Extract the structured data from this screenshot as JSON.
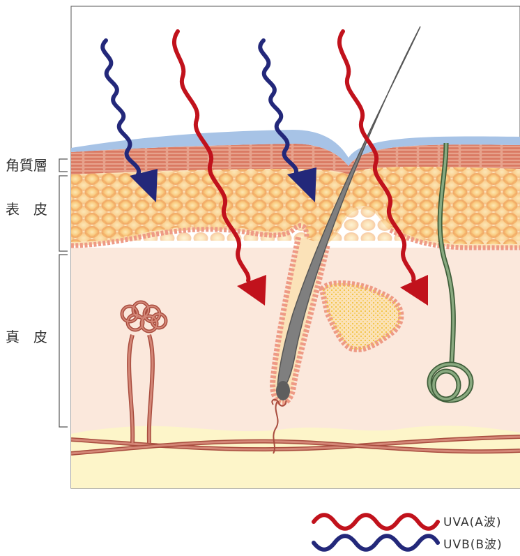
{
  "labels": {
    "stratum_corneum": "角質層",
    "epidermis": "表　皮",
    "dermis": "真　皮"
  },
  "legend": [
    {
      "text": "UVA(A波)",
      "color": "#c1121c"
    },
    {
      "text": "UVB(B波)",
      "color": "#23287a"
    }
  ],
  "colors": {
    "uva": "#c1121c",
    "uvb": "#23287a",
    "stratum_corneum": "#e9a592",
    "epidermis": "#fbe2b8",
    "cell_fill": "#f7bf73",
    "dermis": "#fbe8dc",
    "subcutis": "#fdf5c9",
    "hair": "#7a7a7a",
    "sweat_gland": "#c8715f",
    "nerve": "#6d9065"
  },
  "icons": [
    "uva-wave-icon",
    "uvb-wave-icon"
  ]
}
